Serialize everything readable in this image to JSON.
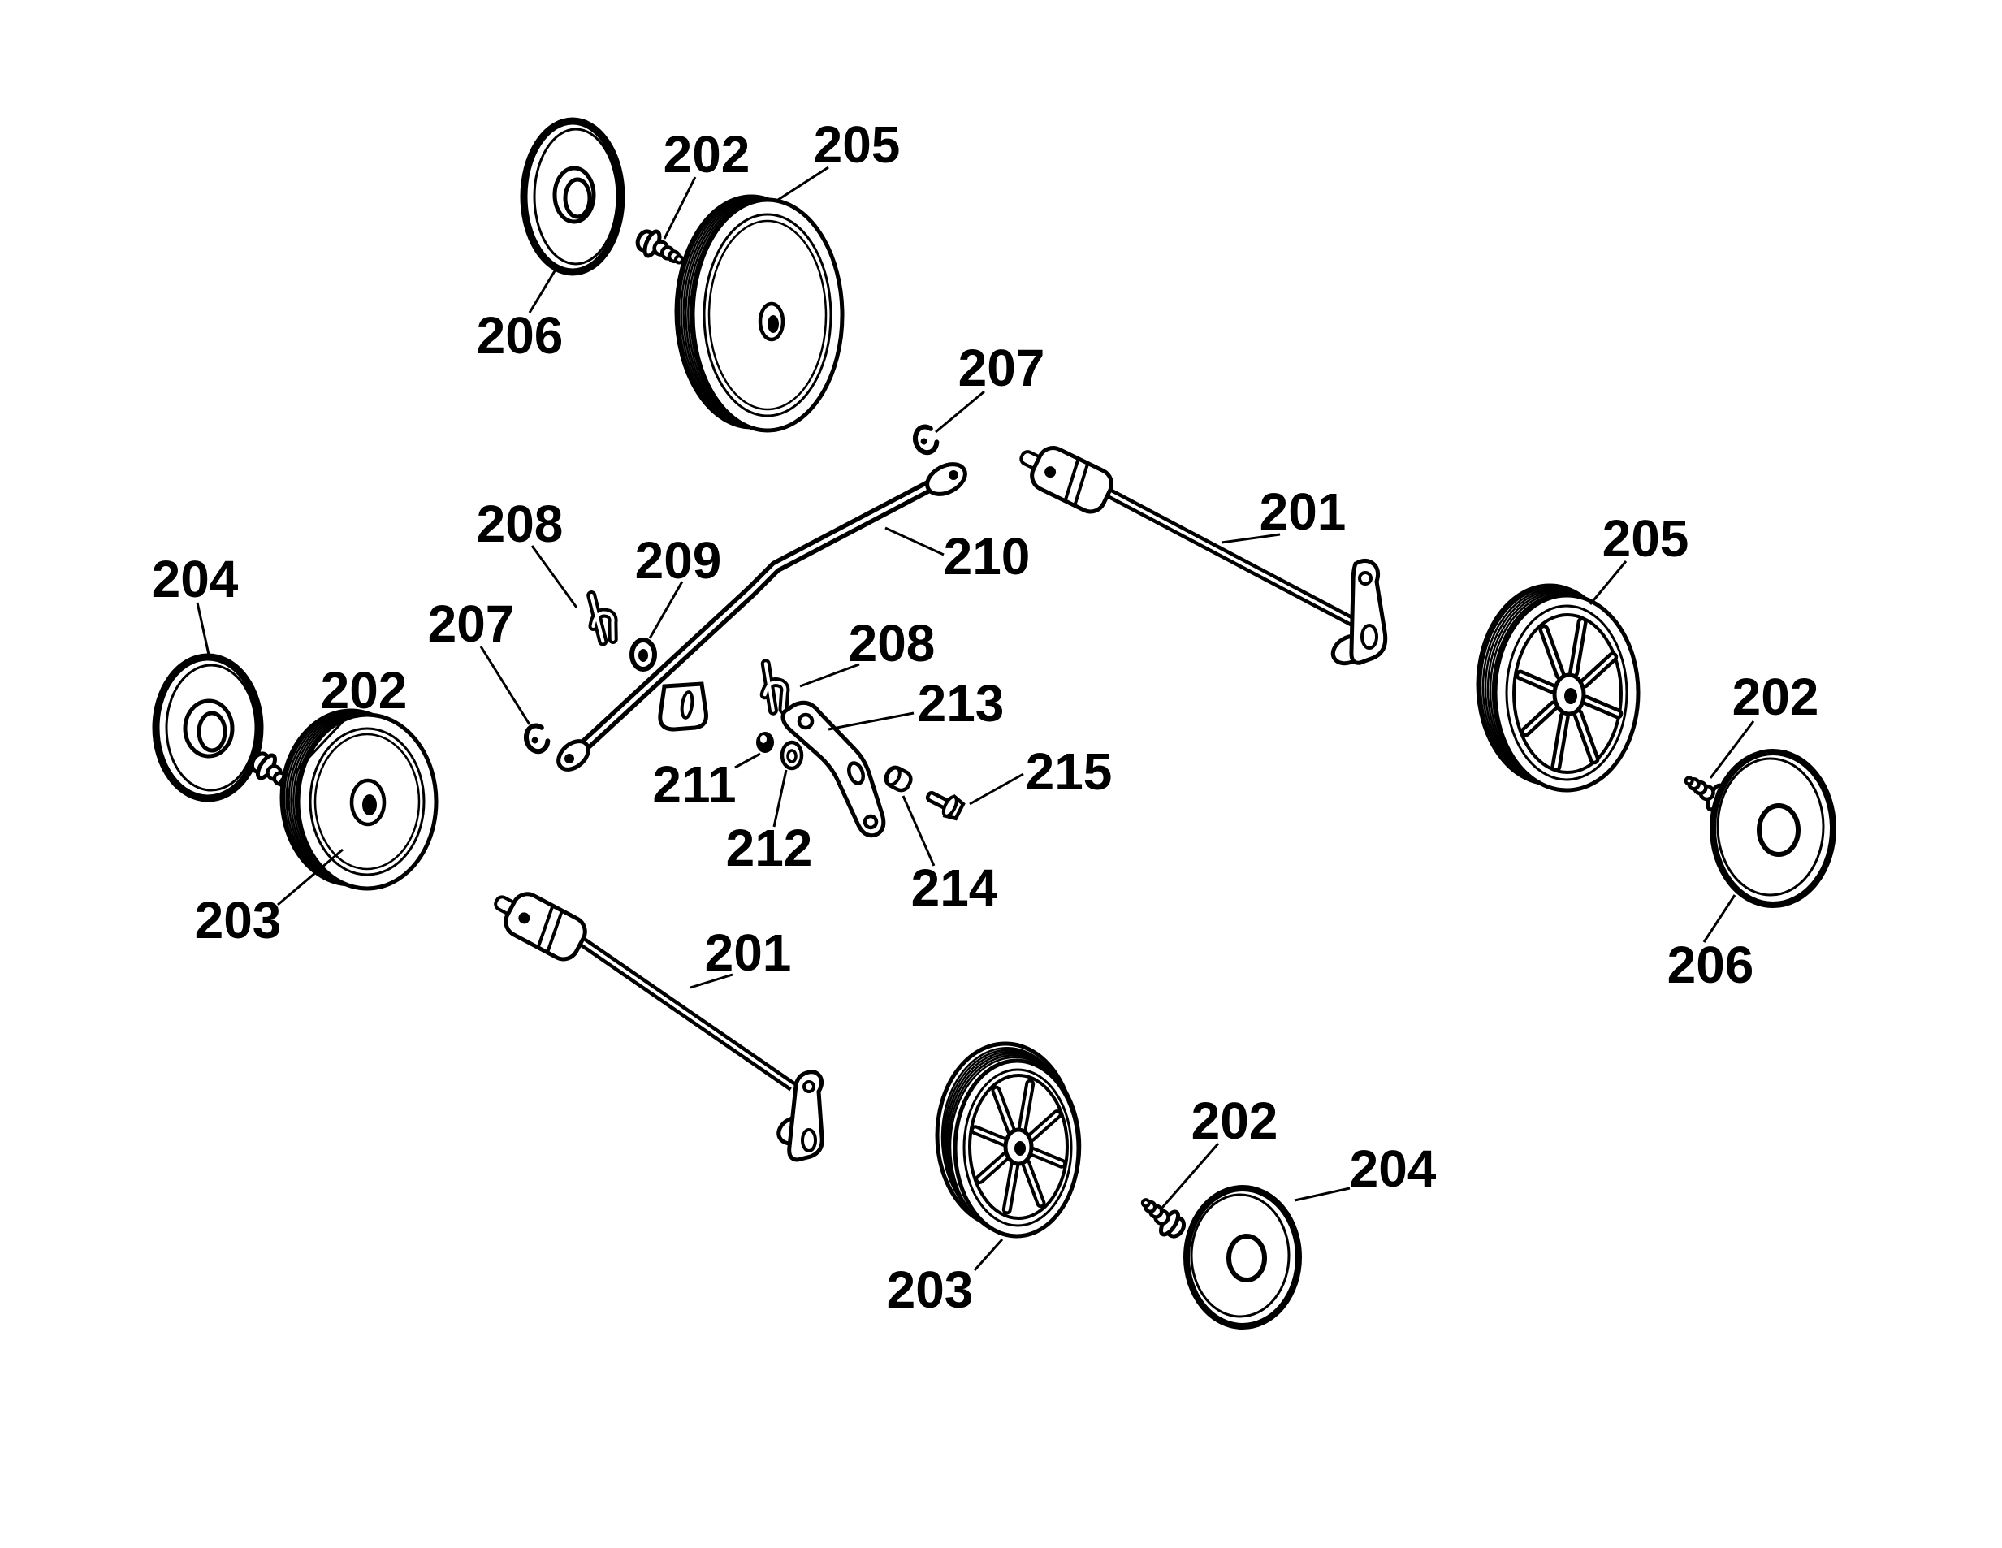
{
  "diagram": {
    "title": "wheel-assembly-exploded-parts-diagram",
    "background_color": "#ffffff",
    "line_color": "#000000"
  },
  "callouts": [
    {
      "label": "206",
      "points_to": "hub-cap-disc-top-left"
    },
    {
      "label": "202",
      "points_to": "screw-top-left"
    },
    {
      "label": "205",
      "points_to": "wheel-top"
    },
    {
      "label": "207",
      "points_to": "e-ring-top"
    },
    {
      "label": "201",
      "points_to": "axle-arm-upper"
    },
    {
      "label": "205",
      "points_to": "wheel-right"
    },
    {
      "label": "202",
      "points_to": "screw-right"
    },
    {
      "label": "206",
      "points_to": "hub-cap-disc-right"
    },
    {
      "label": "204",
      "points_to": "hub-cap-disc-left"
    },
    {
      "label": "202",
      "points_to": "screw-left"
    },
    {
      "label": "207",
      "points_to": "e-ring-left"
    },
    {
      "label": "208",
      "points_to": "clip-left"
    },
    {
      "label": "209",
      "points_to": "washer-209"
    },
    {
      "label": "210",
      "points_to": "adjuster-rod"
    },
    {
      "label": "208",
      "points_to": "clip-right"
    },
    {
      "label": "213",
      "points_to": "adjuster-bracket"
    },
    {
      "label": "211",
      "points_to": "spacer-211"
    },
    {
      "label": "212",
      "points_to": "washer-212"
    },
    {
      "label": "214",
      "points_to": "bushing-214"
    },
    {
      "label": "215",
      "points_to": "bolt-215"
    },
    {
      "label": "201",
      "points_to": "axle-arm-lower"
    },
    {
      "label": "203",
      "points_to": "wheel-left"
    },
    {
      "label": "203",
      "points_to": "wheel-bottom"
    },
    {
      "label": "202",
      "points_to": "screw-bottom"
    },
    {
      "label": "204",
      "points_to": "hub-cap-disc-bottom"
    }
  ]
}
